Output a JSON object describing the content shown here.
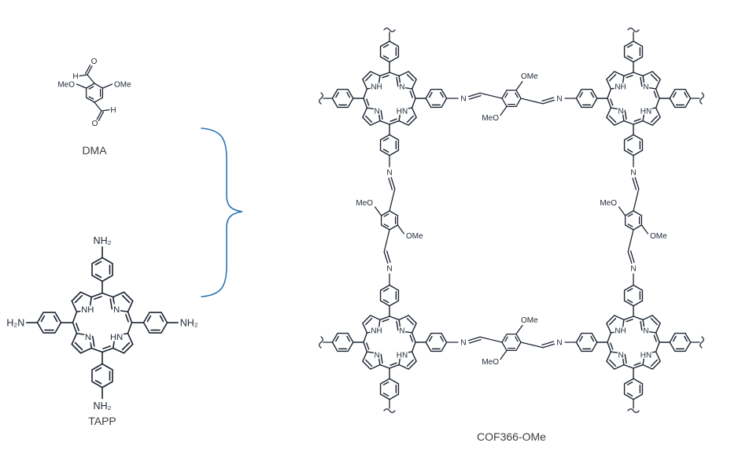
{
  "scheme": {
    "reactants": [
      {
        "id": "dma",
        "name": "DMA"
      },
      {
        "id": "tapp",
        "name": "TAPP"
      }
    ],
    "product": {
      "id": "cof",
      "name": "COF366-OMe"
    }
  },
  "atoms": {
    "ome": "OMe",
    "meo": "MeO",
    "o": "O",
    "h": "H",
    "n": "N",
    "nh": "NH",
    "hn": "HN",
    "nh2": "NH₂",
    "h2n": "H₂N"
  },
  "colors": {
    "structure": "#1d2633",
    "brace": "#2e75b6",
    "label_text": "#3d3d3d",
    "background": "#ffffff"
  }
}
